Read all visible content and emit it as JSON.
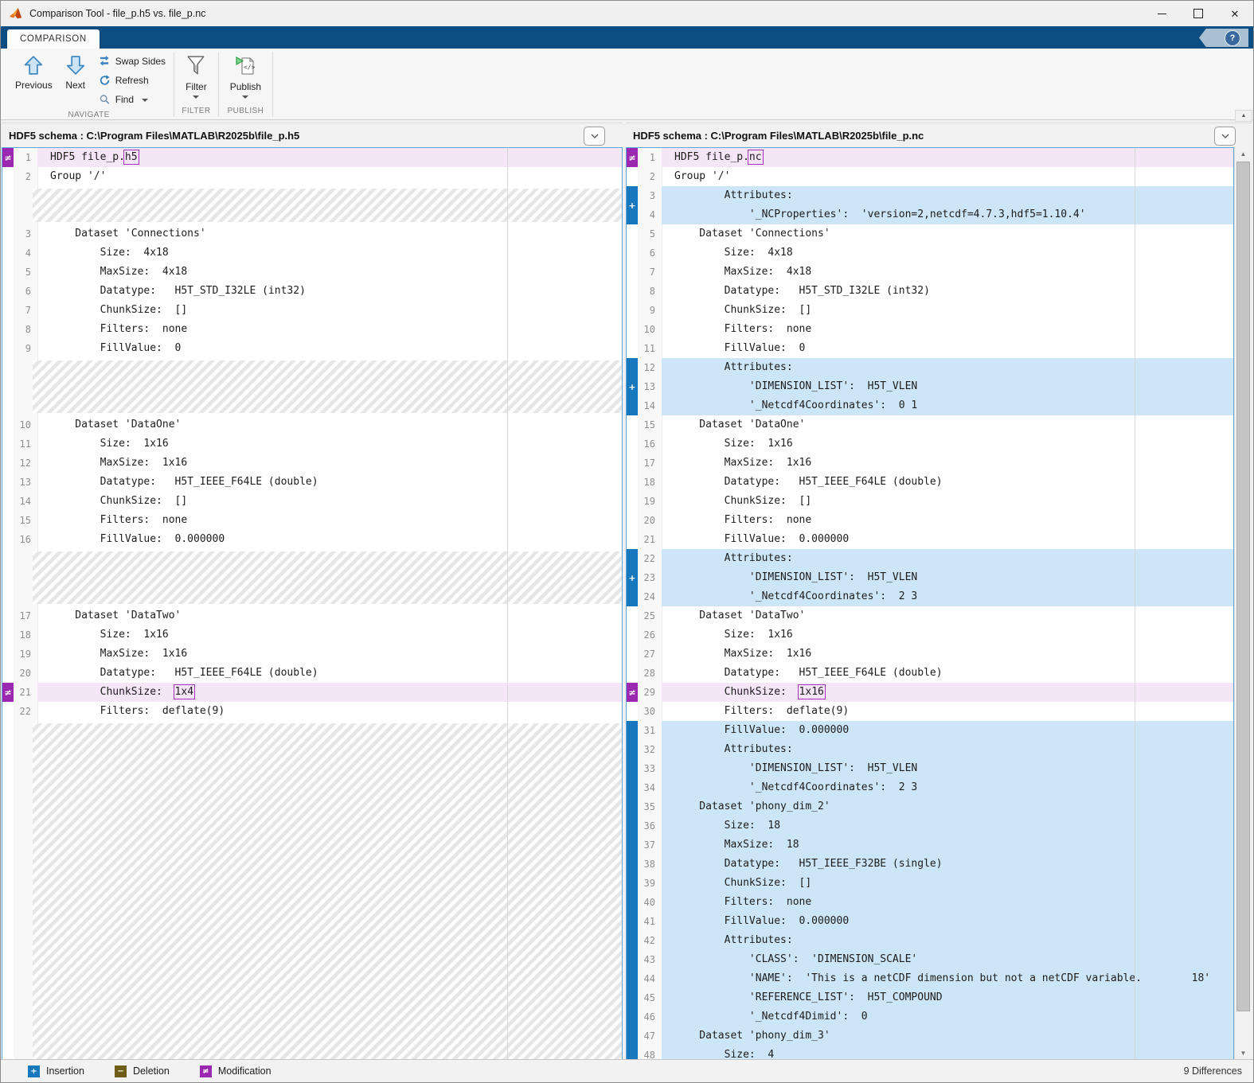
{
  "window": {
    "title": "Comparison Tool - file_p.h5 vs. file_p.nc"
  },
  "tabstrip": {
    "tab": "COMPARISON",
    "help": "?"
  },
  "toolbar": {
    "navigate": {
      "label": "NAVIGATE",
      "previous": "Previous",
      "next": "Next",
      "swap": "Swap Sides",
      "refresh": "Refresh",
      "find": "Find"
    },
    "filter": {
      "label": "FILTER",
      "button": "Filter"
    },
    "publish": {
      "label": "PUBLISH",
      "button": "Publish"
    }
  },
  "panes": {
    "left": {
      "header": "HDF5 schema : C:\\Program Files\\MATLAB\\R2025b\\file_p.h5",
      "rows": [
        {
          "n": 1,
          "pre": "HDF5 file_p.",
          "box": "h5",
          "t": "mod"
        },
        {
          "n": 2,
          "text": "Group '/'"
        },
        {
          "hatch": 2
        },
        {
          "n": 3,
          "text": "    Dataset 'Connections'"
        },
        {
          "n": 4,
          "text": "        Size:  4x18"
        },
        {
          "n": 5,
          "text": "        MaxSize:  4x18"
        },
        {
          "n": 6,
          "text": "        Datatype:   H5T_STD_I32LE (int32)"
        },
        {
          "n": 7,
          "text": "        ChunkSize:  []"
        },
        {
          "n": 8,
          "text": "        Filters:  none"
        },
        {
          "n": 9,
          "text": "        FillValue:  0"
        },
        {
          "hatch": 3
        },
        {
          "n": 10,
          "text": "    Dataset 'DataOne'"
        },
        {
          "n": 11,
          "text": "        Size:  1x16"
        },
        {
          "n": 12,
          "text": "        MaxSize:  1x16"
        },
        {
          "n": 13,
          "text": "        Datatype:   H5T_IEEE_F64LE (double)"
        },
        {
          "n": 14,
          "text": "        ChunkSize:  []"
        },
        {
          "n": 15,
          "text": "        Filters:  none"
        },
        {
          "n": 16,
          "text": "        FillValue:  0.000000"
        },
        {
          "hatch": 3
        },
        {
          "n": 17,
          "text": "    Dataset 'DataTwo'"
        },
        {
          "n": 18,
          "text": "        Size:  1x16"
        },
        {
          "n": 19,
          "text": "        MaxSize:  1x16"
        },
        {
          "n": 20,
          "text": "        Datatype:   H5T_IEEE_F64LE (double)"
        },
        {
          "n": 21,
          "pre": "        ChunkSize:  ",
          "box": "1x4",
          "t": "mod"
        },
        {
          "n": 22,
          "text": "        Filters:  deflate(9)"
        },
        {
          "hatch": 18
        }
      ],
      "markers": [
        {
          "row": 1,
          "count": 1,
          "t": "mod"
        },
        {
          "row": 29,
          "count": 1,
          "t": "mod"
        }
      ]
    },
    "right": {
      "header": "HDF5 schema : C:\\Program Files\\MATLAB\\R2025b\\file_p.nc",
      "rows": [
        {
          "n": 1,
          "pre": "HDF5 file_p.",
          "box": "nc",
          "t": "mod"
        },
        {
          "n": 2,
          "text": "Group '/'"
        },
        {
          "n": 3,
          "text": "        Attributes:",
          "t": "ins"
        },
        {
          "n": 4,
          "text": "            '_NCProperties':  'version=2,netcdf=4.7.3,hdf5=1.10.4'",
          "t": "ins"
        },
        {
          "n": 5,
          "text": "    Dataset 'Connections'"
        },
        {
          "n": 6,
          "text": "        Size:  4x18"
        },
        {
          "n": 7,
          "text": "        MaxSize:  4x18"
        },
        {
          "n": 8,
          "text": "        Datatype:   H5T_STD_I32LE (int32)"
        },
        {
          "n": 9,
          "text": "        ChunkSize:  []"
        },
        {
          "n": 10,
          "text": "        Filters:  none"
        },
        {
          "n": 11,
          "text": "        FillValue:  0"
        },
        {
          "n": 12,
          "text": "        Attributes:",
          "t": "ins"
        },
        {
          "n": 13,
          "text": "            'DIMENSION_LIST':  H5T_VLEN",
          "t": "ins"
        },
        {
          "n": 14,
          "text": "            '_Netcdf4Coordinates':  0 1",
          "t": "ins"
        },
        {
          "n": 15,
          "text": "    Dataset 'DataOne'"
        },
        {
          "n": 16,
          "text": "        Size:  1x16"
        },
        {
          "n": 17,
          "text": "        MaxSize:  1x16"
        },
        {
          "n": 18,
          "text": "        Datatype:   H5T_IEEE_F64LE (double)"
        },
        {
          "n": 19,
          "text": "        ChunkSize:  []"
        },
        {
          "n": 20,
          "text": "        Filters:  none"
        },
        {
          "n": 21,
          "text": "        FillValue:  0.000000"
        },
        {
          "n": 22,
          "text": "        Attributes:",
          "t": "ins"
        },
        {
          "n": 23,
          "text": "            'DIMENSION_LIST':  H5T_VLEN",
          "t": "ins"
        },
        {
          "n": 24,
          "text": "            '_Netcdf4Coordinates':  2 3",
          "t": "ins"
        },
        {
          "n": 25,
          "text": "    Dataset 'DataTwo'"
        },
        {
          "n": 26,
          "text": "        Size:  1x16"
        },
        {
          "n": 27,
          "text": "        MaxSize:  1x16"
        },
        {
          "n": 28,
          "text": "        Datatype:   H5T_IEEE_F64LE (double)"
        },
        {
          "n": 29,
          "pre": "        ChunkSize:  ",
          "box": "1x16",
          "t": "mod"
        },
        {
          "n": 30,
          "text": "        Filters:  deflate(9)"
        },
        {
          "n": 31,
          "text": "        FillValue:  0.000000",
          "t": "ins"
        },
        {
          "n": 32,
          "text": "        Attributes:",
          "t": "ins"
        },
        {
          "n": 33,
          "text": "            'DIMENSION_LIST':  H5T_VLEN",
          "t": "ins"
        },
        {
          "n": 34,
          "text": "            '_Netcdf4Coordinates':  2 3",
          "t": "ins"
        },
        {
          "n": 35,
          "text": "    Dataset 'phony_dim_2'",
          "t": "ins"
        },
        {
          "n": 36,
          "text": "        Size:  18",
          "t": "ins"
        },
        {
          "n": 37,
          "text": "        MaxSize:  18",
          "t": "ins"
        },
        {
          "n": 38,
          "text": "        Datatype:   H5T_IEEE_F32BE (single)",
          "t": "ins"
        },
        {
          "n": 39,
          "text": "        ChunkSize:  []",
          "t": "ins"
        },
        {
          "n": 40,
          "text": "        Filters:  none",
          "t": "ins"
        },
        {
          "n": 41,
          "text": "        FillValue:  0.000000",
          "t": "ins"
        },
        {
          "n": 42,
          "text": "        Attributes:",
          "t": "ins"
        },
        {
          "n": 43,
          "text": "            'CLASS':  'DIMENSION_SCALE'",
          "t": "ins"
        },
        {
          "n": 44,
          "text": "            'NAME':  'This is a netCDF dimension but not a netCDF variable.        18'",
          "t": "ins"
        },
        {
          "n": 45,
          "text": "            'REFERENCE_LIST':  H5T_COMPOUND",
          "t": "ins"
        },
        {
          "n": 46,
          "text": "            '_Netcdf4Dimid':  0",
          "t": "ins"
        },
        {
          "n": 47,
          "text": "    Dataset 'phony_dim_3'",
          "t": "ins"
        },
        {
          "n": 48,
          "text": "        Size:  4",
          "t": "ins"
        }
      ],
      "markers": [
        {
          "row": 1,
          "count": 1,
          "t": "mod"
        },
        {
          "row": 3,
          "count": 2,
          "t": "ins",
          "plus": true
        },
        {
          "row": 12,
          "count": 3,
          "t": "ins",
          "plus": true
        },
        {
          "row": 22,
          "count": 3,
          "t": "ins",
          "plus": true
        },
        {
          "row": 29,
          "count": 1,
          "t": "mod"
        },
        {
          "row": 31,
          "count": 18,
          "t": "ins",
          "plus": false
        }
      ]
    }
  },
  "legend": [
    {
      "symbol": "+",
      "label": "Insertion",
      "color": "#1878be"
    },
    {
      "symbol": "−",
      "label": "Deletion",
      "color": "#6e5c17"
    },
    {
      "symbol": "≠",
      "label": "Modification",
      "color": "#9c27b0"
    }
  ],
  "status": {
    "differences": "9 Differences"
  },
  "colors": {
    "tabstrip": "#0d4e82",
    "insertion_row": "#cde6f7",
    "modification_row": "#f4e6f7",
    "pane_border": "#63a5d4"
  }
}
